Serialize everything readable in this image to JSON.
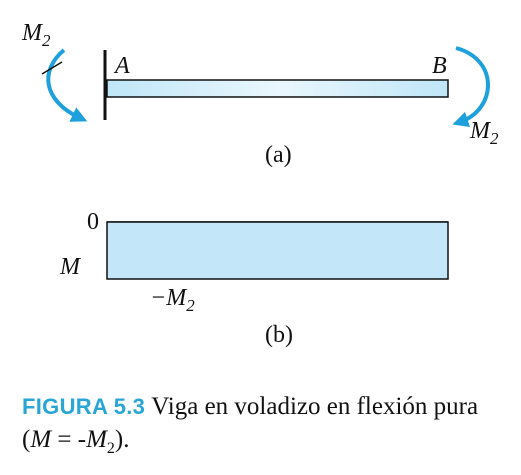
{
  "part_a": {
    "label_left_moment_base": "M",
    "label_left_moment_sub": "2",
    "label_right_moment_base": "M",
    "label_right_moment_sub": "2",
    "label_point_a": "A",
    "label_point_b": "B",
    "caption": "(a)"
  },
  "part_b": {
    "zero_label": "0",
    "axis_label": "M",
    "value_label_base": "−M",
    "value_label_sub": "2",
    "caption": "(b)"
  },
  "figure_caption": {
    "label": "FIGURA 5.3",
    "text_before": "Viga en voladizo en flexión pura (",
    "eq_m": "M",
    "eq_middle": " = -",
    "eq_m2": "M",
    "eq_sub": "2",
    "text_after": ")."
  },
  "colors": {
    "beam_fill": "#bfe6f8",
    "beam_highlight": "#eaf7fd",
    "moment_arrow": "#1ea0dc",
    "caption_label": "#2aa6d6",
    "diagram_fill": "#c3e6f8"
  }
}
